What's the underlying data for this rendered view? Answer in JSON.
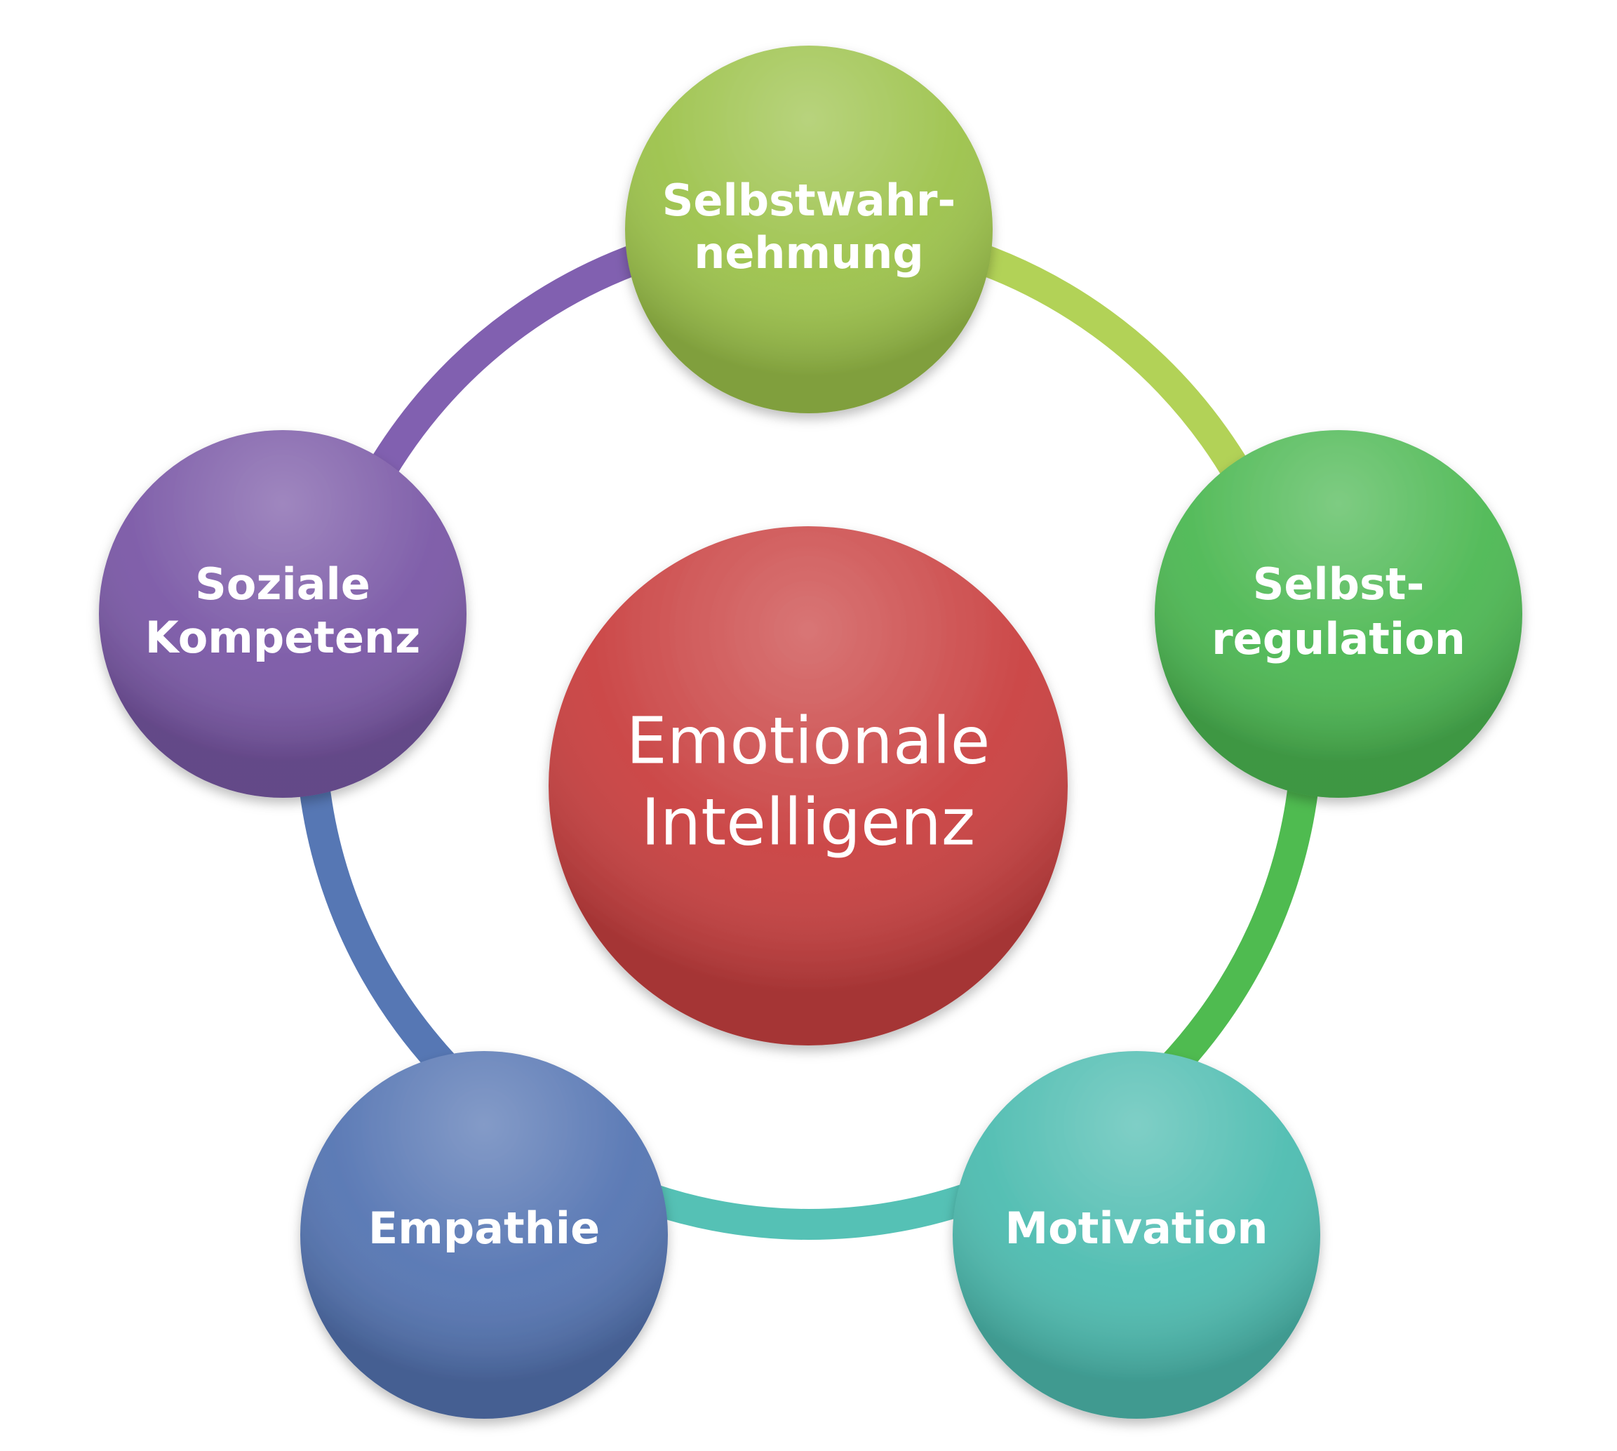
{
  "center": {
    "line1": "Emotionale",
    "line2": "Intelligenz",
    "color": "#c94040"
  },
  "nodes": [
    {
      "id": "selbstwahrnehmung",
      "line1": "Selbstwahr-",
      "line2": "nehmung",
      "color": "#9cc24a"
    },
    {
      "id": "selbstregulation",
      "line1": "Selbst-",
      "line2": "regulation",
      "color": "#4cb852"
    },
    {
      "id": "motivation",
      "line1": "Motivation",
      "line2": "",
      "color": "#4dbcb0"
    },
    {
      "id": "empathie",
      "line1": "Empathie",
      "line2": "",
      "color": "#5474b2"
    },
    {
      "id": "soziale-kompetenz",
      "line1": "Soziale",
      "line2": "Kompetenz",
      "color": "#7a58a6"
    }
  ],
  "connectors": [
    {
      "from": "selbstwahrnehmung",
      "to": "selbstregulation",
      "color": "#b2d257"
    },
    {
      "from": "selbstregulation",
      "to": "motivation",
      "color": "#4fbb50"
    },
    {
      "from": "motivation",
      "to": "empathie",
      "color": "#55c1b5"
    },
    {
      "from": "empathie",
      "to": "soziale-kompetenz",
      "color": "#5677b4"
    },
    {
      "from": "soziale-kompetenz",
      "to": "selbstwahrnehmung",
      "color": "#8160b0"
    }
  ]
}
